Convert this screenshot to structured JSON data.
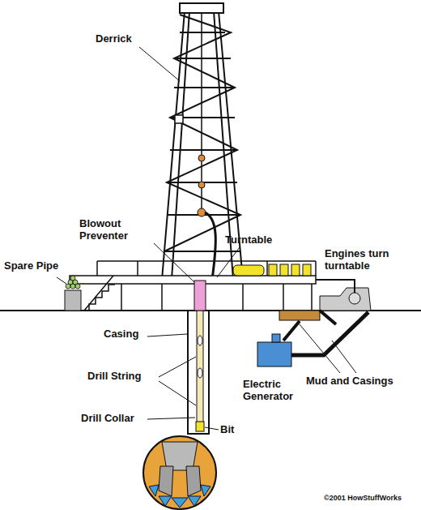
{
  "diagram": {
    "labels": [
      "Derrick",
      "Blowout Preventer",
      "Turntable",
      "Engines turn turntable",
      "Spare Pipe",
      "Casing",
      "Drill String",
      "Electric Generator",
      "Mud and Casings",
      "Drill Collar",
      "Bit",
      "©2001 HowStuffWorks"
    ]
  }
}
